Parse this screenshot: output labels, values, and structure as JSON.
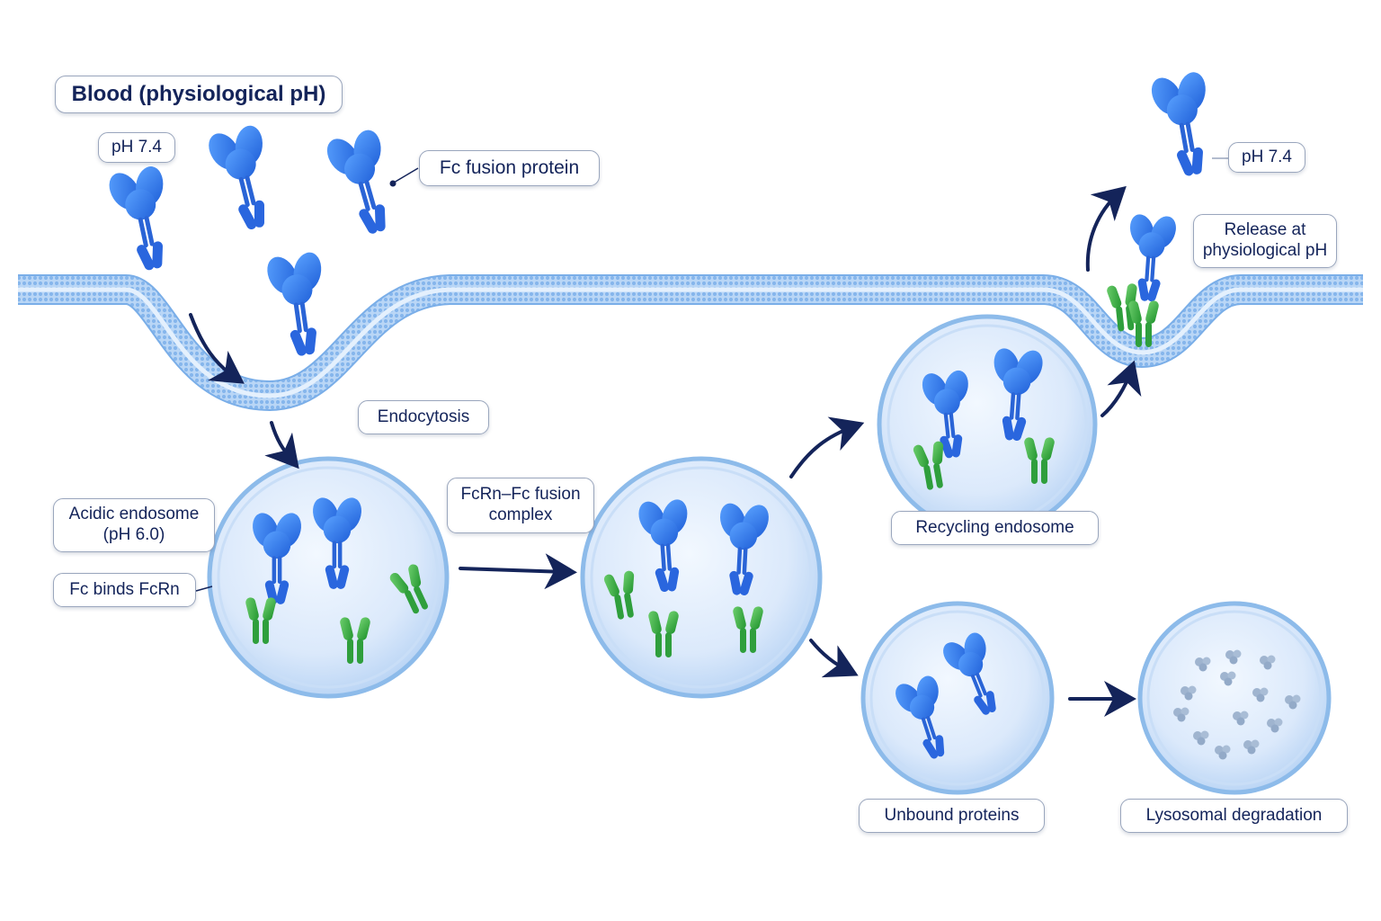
{
  "labels": {
    "blood": "Blood (physiological pH)",
    "ph_left": "pH 7.4",
    "fc_fusion_protein": "Fc fusion protein",
    "endocytosis": "Endocytosis",
    "acidic_endosome": "Acidic endosome\n(pH 6.0)",
    "fc_binds_fcrn": "Fc binds FcRn",
    "complex": "FcRn–Fc fusion\ncomplex",
    "recycling_endosome": "Recycling endosome",
    "release": "Release at\nphysiological pH",
    "ph_right": "pH 7.4",
    "unbound_proteins": "Unbound proteins",
    "lysosomal_degradation": "Lysosomal degradation"
  },
  "colors": {
    "fc_fusion_protein": "#2f6fe0",
    "fcrn_receptor": "#3cb04a",
    "membrane": "#a9cdf3",
    "vesicle": "#dbe9fb",
    "arrow": "#14245a",
    "label_text": "#14245a"
  }
}
